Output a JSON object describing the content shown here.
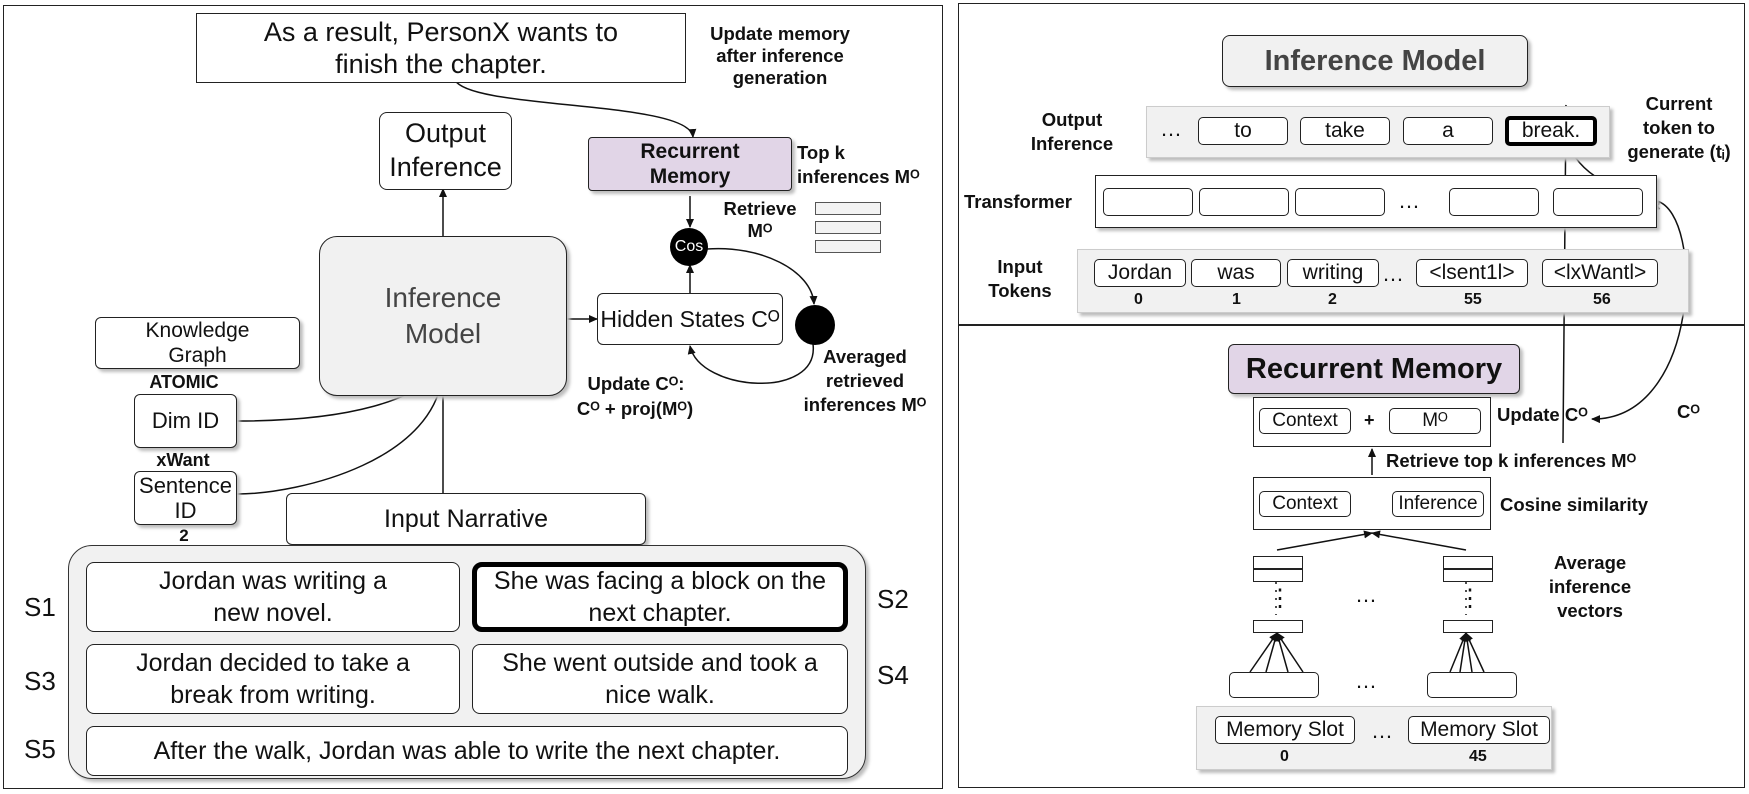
{
  "left": {
    "result": "As a result, PersonX wants to finish the chapter.",
    "update_memory": "Update memory after inference generation",
    "recurrent_memory": "Recurrent Memory",
    "top_k": "Top k inferences Mᴼ",
    "retrieve": "Retrieve Mᴼ",
    "output_inference": "Output Inference",
    "cos": "Cos",
    "inference_model": "Inference Model",
    "hidden_states": "Hidden States Cᴼ",
    "averaged": "Averaged retrieved inferences Mᴼ",
    "update_c_line1": "Update Cᴼ:",
    "update_c_line2": "Cᴼ + proj(Mᴼ)",
    "knowledge_graph": "Knowledge Graph",
    "atomic": "ATOMIC",
    "dim_id": "Dim ID",
    "xwant": "xWant",
    "sentence_id": "Sentence ID",
    "sentence_num": "2",
    "input_narrative": "Input Narrative",
    "stories": [
      {
        "id": "S1",
        "text": "Jordan was writing a new novel."
      },
      {
        "id": "S2",
        "text": "She was facing a block on the next chapter."
      },
      {
        "id": "S3",
        "text": "Jordan decided to take a break from writing."
      },
      {
        "id": "S4",
        "text": "She went outside and took a nice walk."
      },
      {
        "id": "S5",
        "text": "After the walk, Jordan was able to write the next chapter."
      }
    ]
  },
  "right": {
    "inference_model": "Inference Model",
    "output_inference": "Output Inference",
    "out_ellipsis": "…",
    "output_tokens": [
      "to",
      "take",
      "a",
      "break."
    ],
    "current_token": "Current token to generate (tᵢ)",
    "transformer": "Transformer",
    "trans_ellipsis": "…",
    "input_tokens_label": "Input Tokens",
    "input_tokens": [
      {
        "text": "Jordan",
        "idx": "0"
      },
      {
        "text": "was",
        "idx": "1"
      },
      {
        "text": "writing",
        "idx": "2"
      },
      {
        "text": "<lsent1l>",
        "idx": "55"
      },
      {
        "text": "<lxWantl>",
        "idx": "56"
      }
    ],
    "in_ellipsis": "…",
    "recurrent_memory": "Recurrent Memory",
    "context": "Context",
    "plus": "+",
    "mo": "Mᴼ",
    "update_co": "Update Cᴼ",
    "co": "Cᴼ",
    "retrieve_topk": "Retrieve top k inferences Mᴼ",
    "context2": "Context",
    "inference": "Inference",
    "cosine": "Cosine similarity",
    "average_vectors": "Average inference vectors",
    "mid_ellipsis": "…",
    "vdots": "⋮",
    "memory_slot": "Memory Slot",
    "slot_ellipsis": "…",
    "slot_first": "0",
    "slot_last": "45"
  }
}
